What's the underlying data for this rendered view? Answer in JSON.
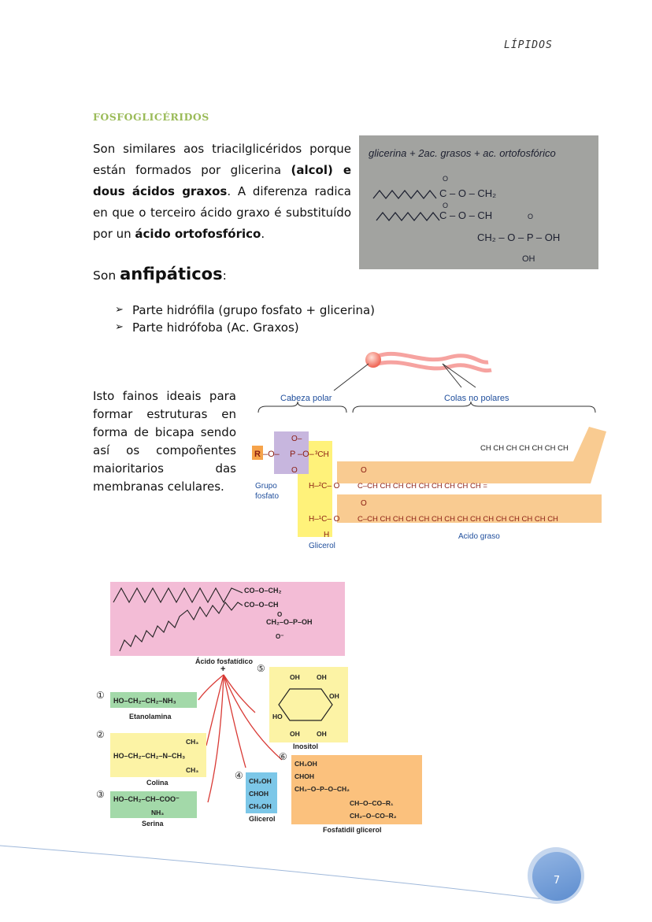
{
  "header": {
    "title": "LÍPIDOS"
  },
  "section": {
    "title": "FOSFOGLICÉRIDOS"
  },
  "intro": {
    "p1": "Son similares aos triacilglicéridos porque están formados por glicerina ",
    "p2": "(alcol) e dous ácidos graxos",
    "p3": ". A diferenza radica en que o terceiro ácido graxo é substituído por un ",
    "p4": "ácido ortofosfórico",
    "p5": "."
  },
  "amphipathic": {
    "prefix": "Son ",
    "word": "anfipáticos",
    "suffix": ":"
  },
  "bullets": [
    "Parte hidrófila (grupo fosfato + glicerina)",
    "Parte hidrófoba (Ac. Graxos)"
  ],
  "ideas": {
    "text": "Isto fainos ideais para formar estruturas en forma de bicapa sendo así os compoñentes maioritarios das membranas celulares."
  },
  "photo": {
    "line1": "glicerina + 2ac. grasos + ac. ortofosfórico",
    "c1": "C – O – CH₂",
    "c2": "C – O – CH",
    "c3": "CH₂ – O – P – OH",
    "o_top1": "O",
    "o_top2": "O",
    "o_p": "O",
    "oh": "OH"
  },
  "diagram1": {
    "cabeza": "Cabeza polar",
    "colas": "Colas no polares",
    "grupo1": "Grupo",
    "grupo2": "fosfato",
    "glicerol": "Glicerol",
    "acido": "Acido graso",
    "chain_top": "CH CH CH CH CH CH CH",
    "chain_mid": "C–CH CH CH CH CH CH CH CH CH =",
    "chain_bot": "C–CH CH CH CH CH CH CH CH CH CH CH CH CH CH CH",
    "r": "R",
    "o_minus": "O–",
    "p": "P",
    "o1": "O",
    "o2": "O",
    "h2c": "H–²C– O",
    "h1c": "H–¹C– O",
    "ch3": "³CH",
    "h": "H",
    "co": "O"
  },
  "diagram2": {
    "acido_fosfatidico": "Ácido fosfatídico",
    "plus": "+",
    "n1": "①",
    "n2": "②",
    "n3": "③",
    "n4": "④",
    "n5": "⑤",
    "n6": "⑥",
    "eta_formula": "HO–CH₂–CH₂–NH₃",
    "eta_label": "Etanolamina",
    "col_formula": "HO–CH₂–CH₂–N–CH₃",
    "col_label": "Colina",
    "ser_formula": "HO–CH₂–CH–COO⁻",
    "ser_nh3": "NH₃",
    "ser_label": "Serina",
    "gli_lines": [
      "CH₂OH",
      "CHOH",
      "CH₂OH"
    ],
    "gli_label": "Glicerol",
    "ino_label": "Inositol",
    "fg_label": "Fosfatidil glicerol",
    "fg_lines": [
      "CH₂OH",
      "CHOH",
      "CH₂–O–P–O–CH₂",
      "CH–O–CO–R₁",
      "CH₂–O–CO–R₂"
    ],
    "top_lines": [
      "CO–O–CH₂",
      "CO–O–CH",
      "CH₂–O–P–OH"
    ],
    "oh": "OH",
    "ch3": "CH₃",
    "o_minus": "O⁻",
    "o": "O"
  },
  "footer": {
    "page_number": "7"
  }
}
